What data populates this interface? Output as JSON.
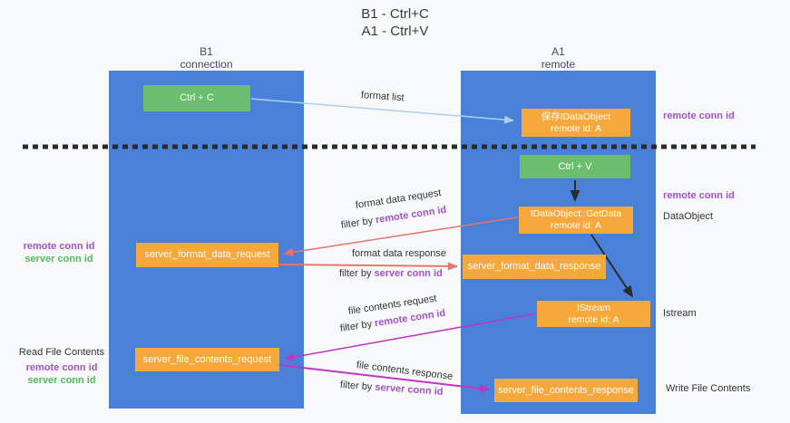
{
  "title": {
    "line1": "B1 - Ctrl+C",
    "line2": "A1 - Ctrl+V"
  },
  "columns": {
    "left": {
      "name": "B1",
      "subtitle": "connection"
    },
    "right": {
      "name": "A1",
      "subtitle": "remote"
    }
  },
  "boxes": {
    "ctrl_c": "Ctrl + C",
    "save_idataobject": {
      "line1": "保存IDataObject",
      "line2": "remote id: A"
    },
    "ctrl_v": "Ctrl + V",
    "getdata": {
      "line1": "IDataObject::GetData",
      "line2": "remote id: A"
    },
    "format_request": "server_format_data_request",
    "format_response": "server_format_data_response",
    "istream": {
      "line1": "IStream",
      "line2": "remote id: A"
    },
    "file_request": "server_file_contents_request",
    "file_response": "server_file_contents_response"
  },
  "arrows": {
    "format_list": "format list",
    "format_data_request": "format data request",
    "format_data_response": "format data response",
    "file_contents_request": "file contents request",
    "file_contents_response": "file contents response",
    "filter_by": "filter by",
    "remote_conn_id": "remote conn id",
    "server_conn_id": "server conn id"
  },
  "side_labels": {
    "remote_conn_id_top": "remote conn id",
    "remote_conn_id_mid": "remote conn id",
    "dataobject": "DataObject",
    "istream": "Istream",
    "write_file_contents": "Write File Contents",
    "read_file_contents": "Read File Contents",
    "left_top": {
      "remote": "remote conn id",
      "server": "server conn id"
    },
    "left_bottom": {
      "remote": "remote conn id",
      "server": "server conn id"
    }
  },
  "colors": {
    "column_blue": "#4a80d8",
    "box_green": "#6cbe6e",
    "box_orange": "#f6a83c",
    "purple_text": "#a351c7",
    "green_text": "#57b75b",
    "arrow_salmon": "#e8746c",
    "arrow_magenta": "#c434c4",
    "arrow_lightblue": "#a9d3f0",
    "arrow_black": "#2b2b2b"
  }
}
